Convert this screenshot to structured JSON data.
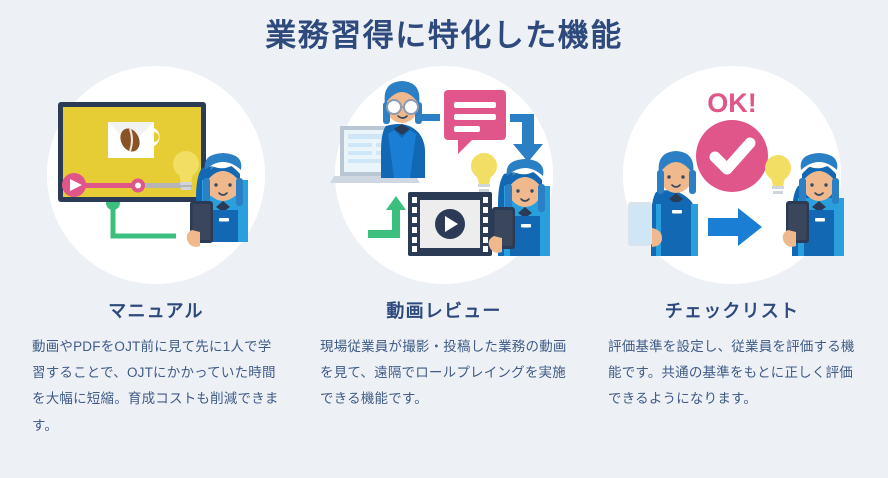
{
  "page": {
    "background_color": "#edf1f6",
    "title": "業務習得に特化した機能",
    "title_color": "#2e4a7d"
  },
  "palette": {
    "navy": "#2e4a7d",
    "body_text": "#3f5b86",
    "pink": "#e0558a",
    "yellow": "#e6cd35",
    "green": "#3bbf7e",
    "blue": "#2b7fc4",
    "blue_dark": "#1268b3",
    "white": "#ffffff",
    "skin": "#f0b98d",
    "hair_blue": "#2b7fc4",
    "screen_border": "#2b3a55",
    "film_gray": "#ededed",
    "lightbulb": "#f2de63"
  },
  "cards": [
    {
      "id": "manual",
      "title": "マニュアル",
      "body": "動画やPDFをOJT前に見て先に1人で学習することで、OJTにかかっていた時間を大幅に短縮。育成コストも削減できます。",
      "illustration": {
        "name": "video-manual-illustration",
        "elements": [
          "video-screen",
          "coffee-cup-thumbnail",
          "play-button",
          "progress-bar",
          "green-connector-line",
          "lightbulb",
          "staff-woman-with-smartphone"
        ]
      }
    },
    {
      "id": "video-review",
      "title": "動画レビュー",
      "body": "現場従業員が撮影・投稿した業務の動画を見て、遠隔でロールプレイングを実施できる機能です。",
      "illustration": {
        "name": "video-review-illustration",
        "elements": [
          "laptop",
          "reviewer-man-with-glasses",
          "speech-bubble",
          "blue-down-arrow",
          "staff-woman-with-smartphone",
          "lightbulb",
          "film-strip-play",
          "green-up-arrow"
        ]
      }
    },
    {
      "id": "checklist",
      "title": "チェックリスト",
      "body": "評価基準を設定し、従業員を評価する機能です。共通の基準をもとに正しく評価できるようになります。",
      "illustration": {
        "name": "checklist-illustration",
        "ok_label": "OK!",
        "elements": [
          "ok-label",
          "pink-check-circle",
          "staff-man-with-smartphone",
          "blue-right-arrow",
          "lightbulb",
          "staff-woman-with-smartphone"
        ]
      }
    }
  ]
}
